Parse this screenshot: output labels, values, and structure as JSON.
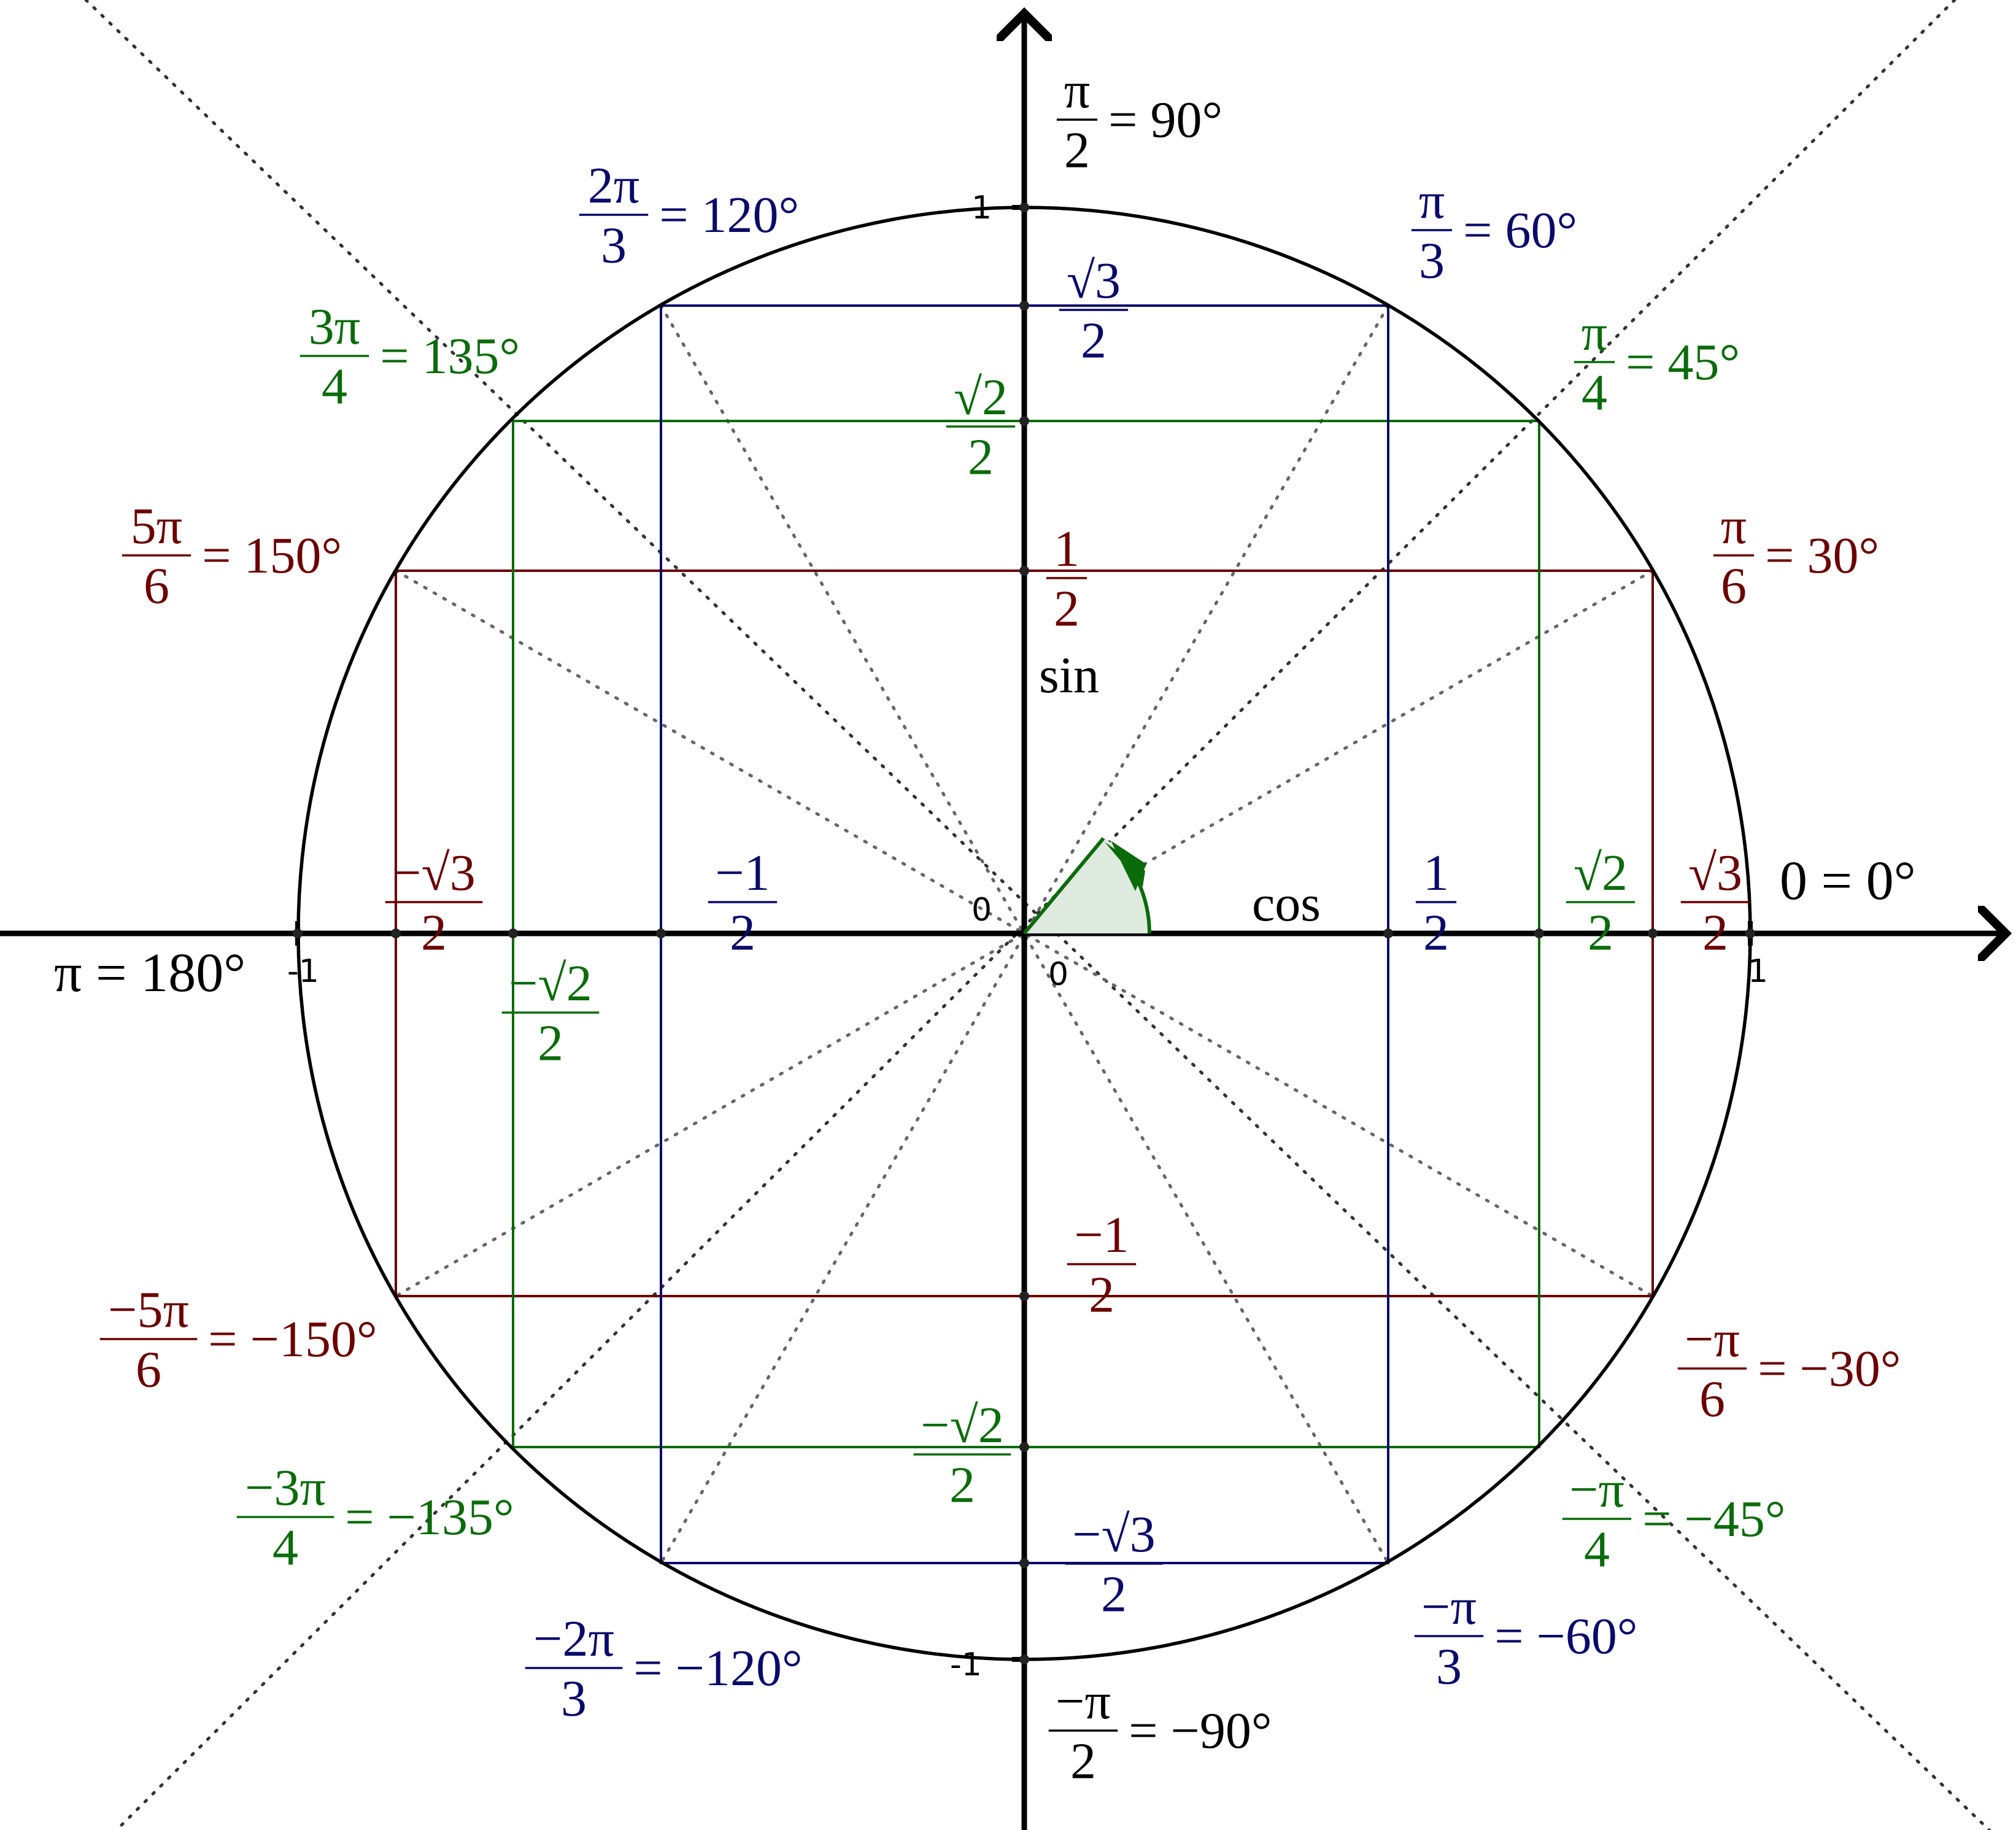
{
  "colors": {
    "axis": "#000000",
    "circle": "#000000",
    "sixth": "#6b0000",
    "quarter": "#0a6b0a",
    "third": "#0a0a6b",
    "guide": "#555555",
    "sector_fill": "#dfeadf"
  },
  "axes": {
    "cos_label": "cos",
    "sin_label": "sin",
    "tick_neg1_x": "-1",
    "tick_pos1_x": "1",
    "tick_pos1_y": "1",
    "tick_neg1_y": "-1",
    "origin_above": "0",
    "origin_below": "0"
  },
  "angles": [
    {
      "id": "a0",
      "num": "0",
      "den": "",
      "eq": "= 0°",
      "color": "axis"
    },
    {
      "id": "a30",
      "num": "π",
      "den": "6",
      "eq": "= 30°",
      "color": "sixth"
    },
    {
      "id": "a45",
      "num": "π",
      "den": "4",
      "eq": "= 45°",
      "color": "quarter"
    },
    {
      "id": "a60",
      "num": "π",
      "den": "3",
      "eq": "= 60°",
      "color": "third"
    },
    {
      "id": "a90",
      "num": "π",
      "den": "2",
      "eq": "= 90°",
      "color": "axis"
    },
    {
      "id": "a120",
      "num": "2π",
      "den": "3",
      "eq": "= 120°",
      "color": "third"
    },
    {
      "id": "a135",
      "num": "3π",
      "den": "4",
      "eq": "= 135°",
      "color": "quarter"
    },
    {
      "id": "a150",
      "num": "5π",
      "den": "6",
      "eq": "= 150°",
      "color": "sixth"
    },
    {
      "id": "a180",
      "num": "π",
      "den": "",
      "eq": "= 180°",
      "color": "axis"
    },
    {
      "id": "am30",
      "num": "−π",
      "den": "6",
      "eq": "= −30°",
      "color": "sixth"
    },
    {
      "id": "am45",
      "num": "−π",
      "den": "4",
      "eq": "= −45°",
      "color": "quarter"
    },
    {
      "id": "am60",
      "num": "−π",
      "den": "3",
      "eq": "= −60°",
      "color": "third"
    },
    {
      "id": "am90",
      "num": "−π",
      "den": "2",
      "eq": "= −90°",
      "color": "axis"
    },
    {
      "id": "am120",
      "num": "−2π",
      "den": "3",
      "eq": "= −120°",
      "color": "third"
    },
    {
      "id": "am135",
      "num": "−3π",
      "den": "4",
      "eq": "= −135°",
      "color": "quarter"
    },
    {
      "id": "am150",
      "num": "−5π",
      "den": "6",
      "eq": "= −150°",
      "color": "sixth"
    }
  ],
  "projections": [
    {
      "id": "sin_sqrt3_2",
      "num": "√3",
      "den": "2",
      "color": "third"
    },
    {
      "id": "sin_sqrt2_2",
      "num": "√2",
      "den": "2",
      "color": "quarter"
    },
    {
      "id": "sin_1_2",
      "num": "1",
      "den": "2",
      "color": "sixth"
    },
    {
      "id": "sin_m1_2",
      "num": "−1",
      "den": "2",
      "color": "sixth"
    },
    {
      "id": "sin_msqrt2_2",
      "num": "−√2",
      "den": "2",
      "color": "quarter"
    },
    {
      "id": "sin_msqrt3_2",
      "num": "−√3",
      "den": "2",
      "color": "third"
    },
    {
      "id": "cos_1_2",
      "num": "1",
      "den": "2",
      "color": "third"
    },
    {
      "id": "cos_sqrt2_2",
      "num": "√2",
      "den": "2",
      "color": "quarter"
    },
    {
      "id": "cos_sqrt3_2",
      "num": "√3",
      "den": "2",
      "color": "sixth"
    },
    {
      "id": "cos_m1_2",
      "num": "−1",
      "den": "2",
      "color": "third"
    },
    {
      "id": "cos_msqrt2_2",
      "num": "−√2",
      "den": "2",
      "color": "quarter"
    },
    {
      "id": "cos_msqrt3_2",
      "num": "−√3",
      "den": "2",
      "color": "sixth"
    }
  ]
}
